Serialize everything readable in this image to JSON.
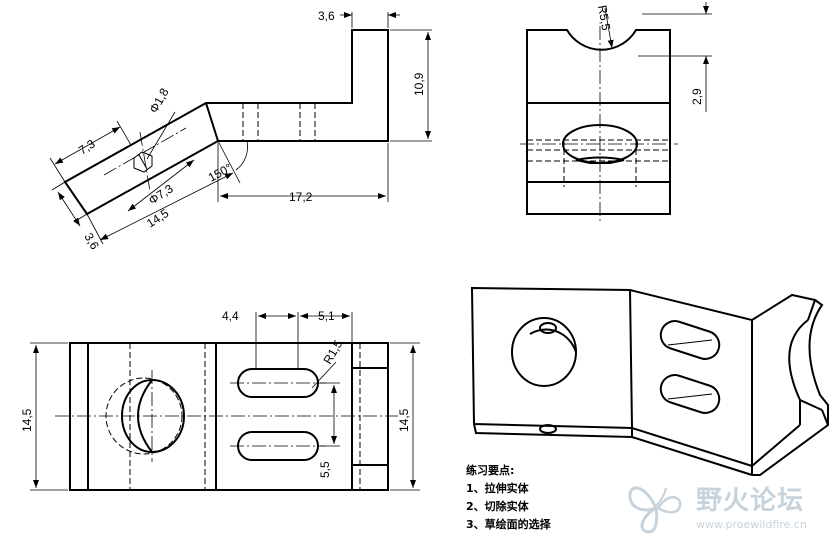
{
  "dimensions": {
    "top_left_view": {
      "width_top": "3,6",
      "height_right": "10,9",
      "length_bottom": "17,2",
      "angle": "150°",
      "diameter_small": "Φ1,8",
      "diameter_large": "Φ7,3",
      "offset_upper": "7,3",
      "length_lower": "14,5",
      "thickness": "3,6"
    },
    "top_right_view": {
      "radius": "R5,5",
      "depth": "2,9"
    },
    "bottom_left_view": {
      "slot_width": "4,4",
      "slot_offset": "5,1",
      "slot_radius": "R1,5",
      "height_left": "14,5",
      "height_right": "14,5",
      "slot_spacing": "5,5"
    }
  },
  "notes": {
    "title": "练习要点:",
    "items": [
      "1、拉伸实体",
      "2、切除实体",
      "3、草绘面的选择"
    ]
  },
  "watermark": {
    "name": "野火论坛",
    "url": "www.proewildfire.cn"
  },
  "colors": {
    "watermark": "#c7d3dc"
  }
}
